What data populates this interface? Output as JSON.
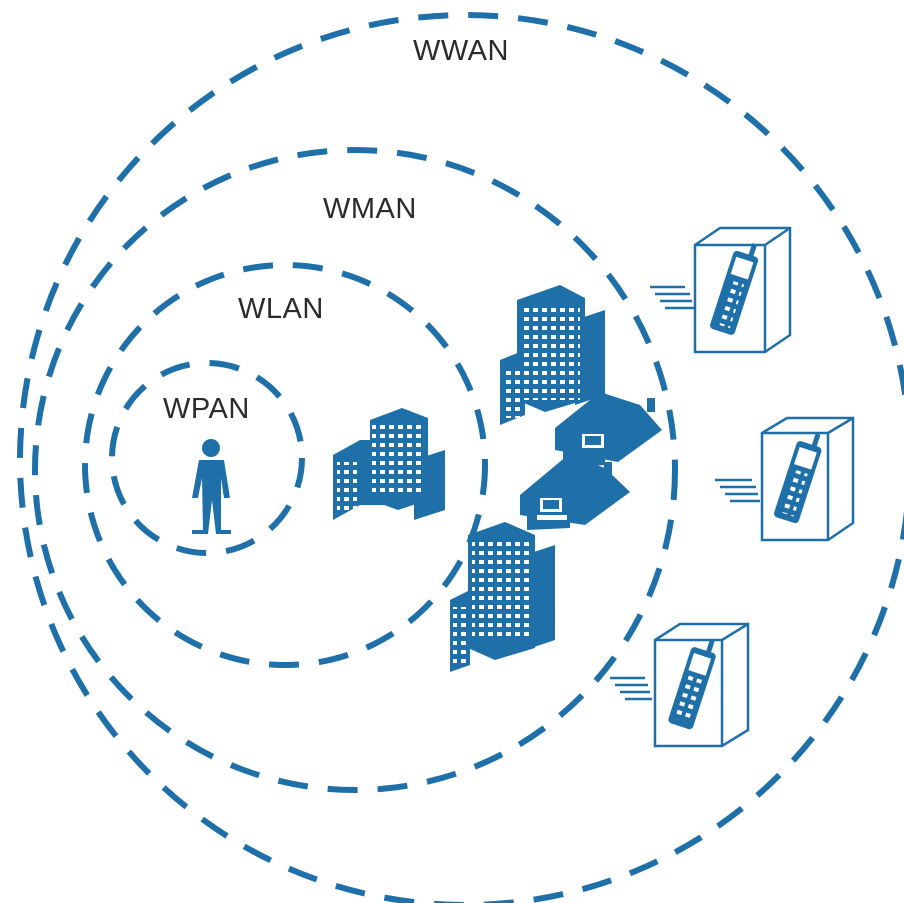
{
  "diagram": {
    "rings": [
      {
        "label": "WPAN"
      },
      {
        "label": "WLAN"
      },
      {
        "label": "WMAN"
      },
      {
        "label": "WWAN"
      }
    ]
  },
  "colors": {
    "accent": "#1f6fa8",
    "text": "#2b2b2b",
    "background": "#ffffff"
  },
  "icons": [
    "person-icon",
    "office-building-icon",
    "house-with-computer-icon",
    "mobile-phone-in-vehicle-icon"
  ]
}
